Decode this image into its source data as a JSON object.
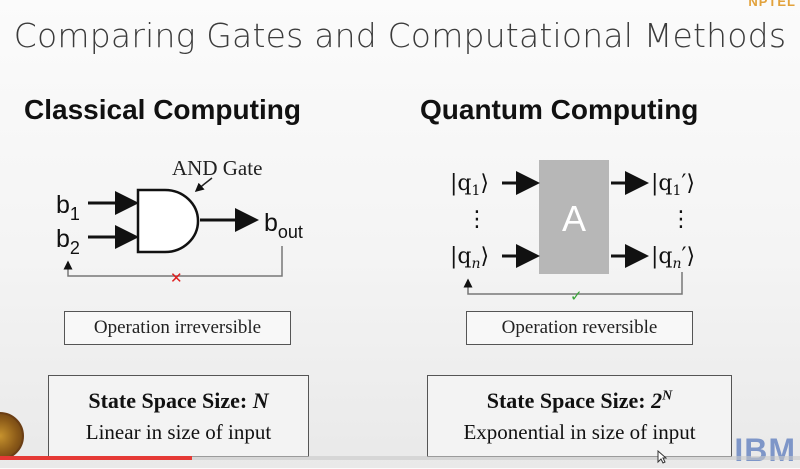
{
  "brand": "NPTEL",
  "title": "Comparing Gates and Computational Methods",
  "left": {
    "heading": "Classical Computing",
    "gate_label": "AND Gate",
    "inputs": [
      "b",
      "b"
    ],
    "input_subscripts": [
      "1",
      "2"
    ],
    "output": "b",
    "output_subscript": "out",
    "feedback_mark": "✕",
    "operation": "Operation irreversible",
    "state_title": "State Space Size: ",
    "state_var": "N",
    "state_sub": "Linear in size of input"
  },
  "right": {
    "heading": "Quantum Computing",
    "gate_label": "A",
    "in_top": "|q",
    "in_top_sub": "1",
    "in_bottom": "|q",
    "in_bottom_sub": "n",
    "out_top": "|q",
    "out_top_sub": "1",
    "out_bottom": "|q",
    "out_bottom_sub": "n",
    "ket_close": "⟩",
    "prime": "′",
    "dots": "⋮",
    "feedback_mark": "✓",
    "operation": "Operation reversible",
    "state_title": "State Space Size: ",
    "state_base": "2",
    "state_exp": "N",
    "state_sub": "Exponential in size of input"
  },
  "corner_logo": "IBM",
  "colors": {
    "cross": "#e02020",
    "check": "#3aa63a",
    "gate_fill": "#b7b7b7",
    "progress": "#e53935"
  },
  "video_progress": 0.24
}
